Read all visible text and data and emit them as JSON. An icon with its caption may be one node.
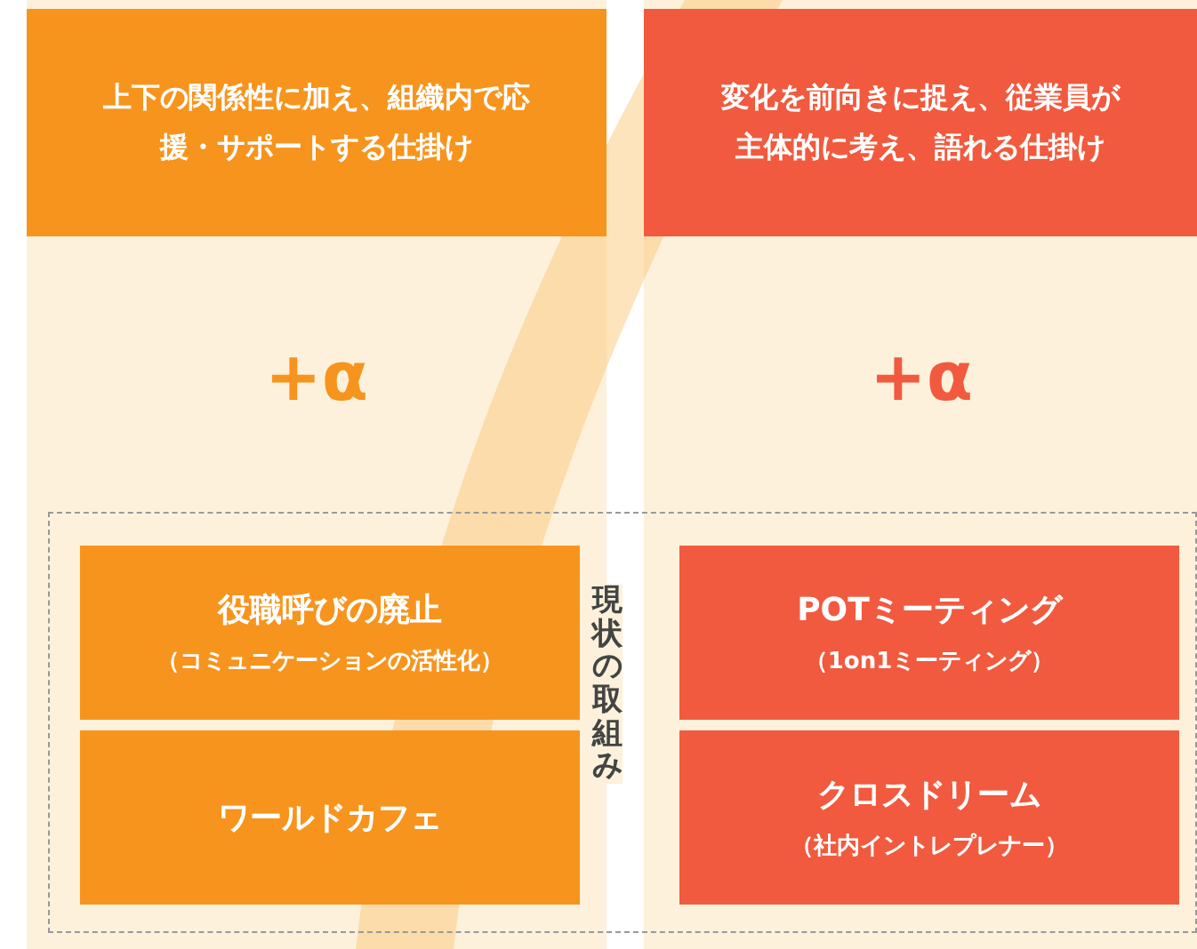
{
  "diagram": {
    "nodes": [
      {
        "text": [
          "上下の関係性に加え、組織内で応援・サポートする仕掛け"
        ]
      },
      {
        "text": [
          "変化を前向きに捉え、従業員が主体的に考え、語れる仕掛け"
        ]
      },
      {
        "text": [
          "現状の取組み"
        ]
      },
      {
        "text": [
          "役職呼びの廃止",
          "（コミュニケーションの活性化）"
        ],
        "in": 2
      },
      {
        "text": [
          "POTミーティング",
          "（1on1ミーティング）"
        ],
        "in": 2
      },
      {
        "text": [
          "ワールドカフェ"
        ],
        "in": 2
      },
      {
        "text": [
          "クロスドリーム",
          "（社内イントレプレナー）"
        ],
        "in": 2
      }
    ],
    "edges": [],
    "labels": [
      "+α",
      "+α"
    ]
  }
}
